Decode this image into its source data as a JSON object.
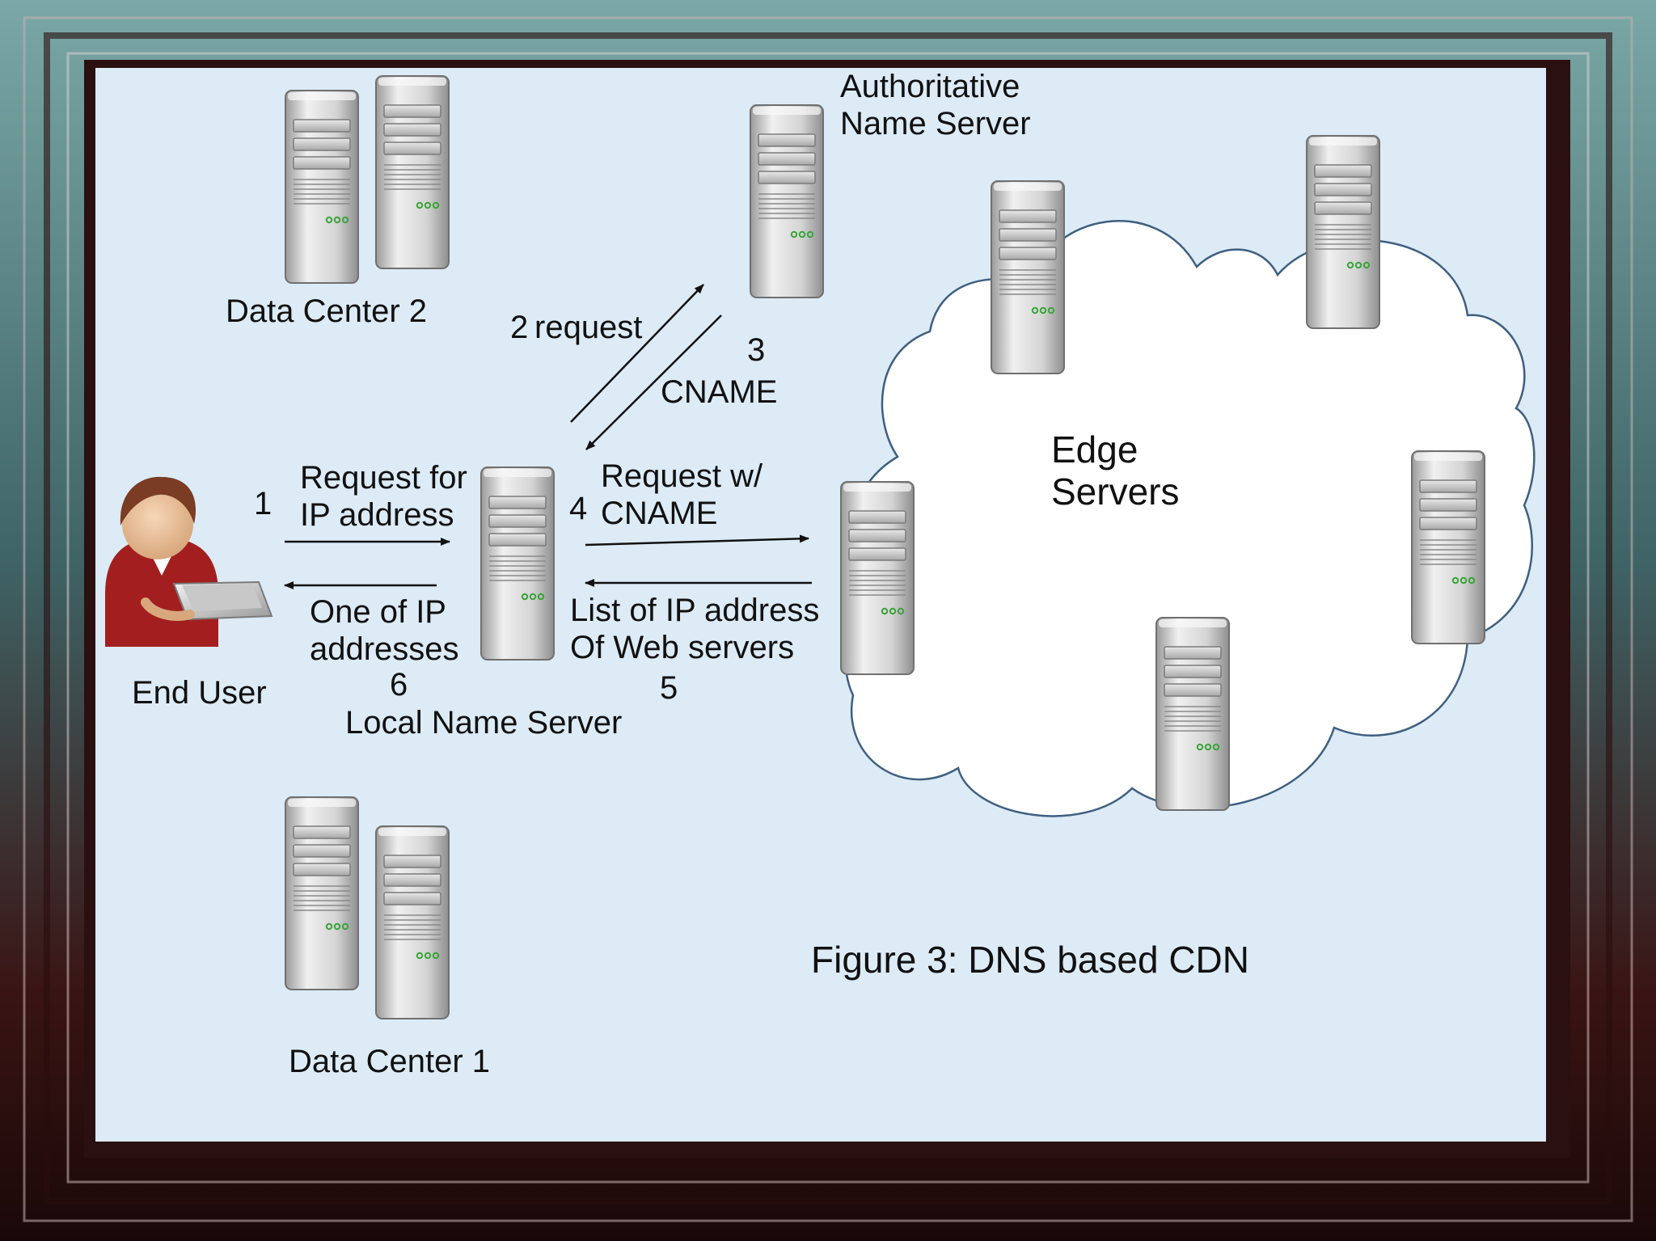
{
  "figure": {
    "caption": "Figure 3: DNS based CDN",
    "colors": {
      "panel": "#dcebf6",
      "cloud_fill": "#ffffff",
      "cloud_stroke": "#3f5f80",
      "frame_outer": "#5e8a88",
      "frame_inner": "#3a1818",
      "arrow": "#111111"
    }
  },
  "nodes": {
    "data_center_2": {
      "label": "Data Center 2",
      "icon": "server-rack-icon"
    },
    "data_center_1": {
      "label": "Data Center 1",
      "icon": "server-rack-icon"
    },
    "authoritative_ns": {
      "label_line1": "Authoritative",
      "label_line2": "Name Server",
      "icon": "server-rack-icon"
    },
    "local_ns": {
      "label": "Local Name Server",
      "icon": "server-rack-icon"
    },
    "end_user": {
      "label": "End User",
      "icon": "user-with-laptop-icon"
    },
    "edge_servers": {
      "label_line1": "Edge",
      "label_line2": "Servers",
      "icon": "cloud-icon"
    }
  },
  "steps": {
    "s1": {
      "num": "1",
      "line1": "Request for",
      "line2": "IP address"
    },
    "s2": {
      "num": "2",
      "text": "request"
    },
    "s3": {
      "num": "3",
      "text": "CNAME"
    },
    "s4": {
      "num": "4",
      "line1": "Request w/",
      "line2": "CNAME"
    },
    "s5": {
      "num": "5",
      "line1": "List of IP address",
      "line2": "Of Web servers"
    },
    "s6": {
      "num": "6",
      "line1": "One of IP",
      "line2": "addresses"
    }
  }
}
